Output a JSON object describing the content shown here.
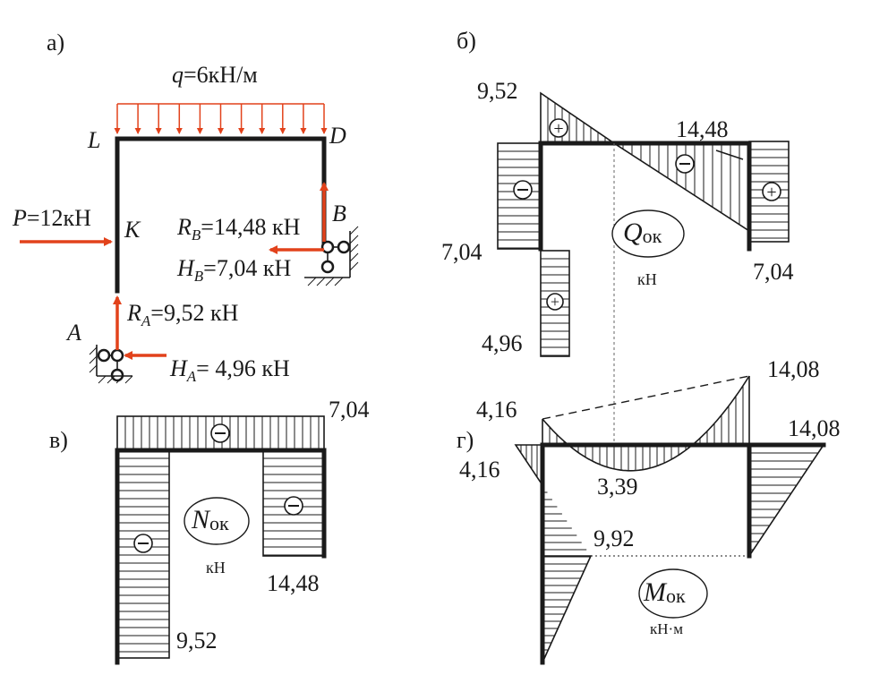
{
  "panels": {
    "a": "а)",
    "b": "б)",
    "v": "в)",
    "g": "г)"
  },
  "scheme": {
    "q_symbol": "q",
    "q_value": "=6кН/м",
    "node_L": "L",
    "node_D": "D",
    "node_K": "K",
    "node_A": "A",
    "node_B": "B",
    "P_symbol": "P",
    "P_value": "=12кН",
    "RB_symbol": "R",
    "RB_sub": "B",
    "RB_value": "=14,48 кН",
    "HB_symbol": "H",
    "HB_sub": "B",
    "HB_value": "=7,04 кН",
    "RA_symbol": "R",
    "RA_sub": "A",
    "RA_value": "=9,52 кН",
    "HA_symbol": "H",
    "HA_sub": "A",
    "HA_value": "= 4,96 кН"
  },
  "shear_diagram": {
    "label_main": "Q",
    "label_sub": "ок",
    "unit": "кН",
    "values": [
      "9,52",
      "14,48",
      "7,04",
      "4,96",
      "7,04"
    ]
  },
  "normal_diagram": {
    "label_main": "N",
    "label_sub": "ок",
    "unit": "кН",
    "values": [
      "7,04",
      "14,48",
      "9,52"
    ]
  },
  "moment_diagram": {
    "label_main": "M",
    "label_sub": "ок",
    "unit": "кН·м",
    "values": [
      "4,16",
      "4,16",
      "3,39",
      "9,92",
      "14,08",
      "14,08"
    ]
  },
  "colors": {
    "load": "#e2421b",
    "line": "#1a1a1a"
  }
}
